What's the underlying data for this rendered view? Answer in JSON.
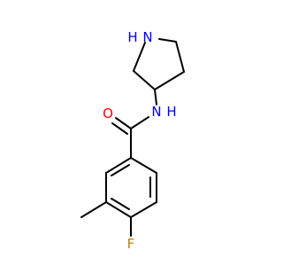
{
  "molecule": {
    "atoms": {
      "ring_nh": {
        "symbol": "N",
        "hydrogen": "H"
      },
      "amide_nh": {
        "symbol": "N",
        "hydrogen": "H"
      },
      "carbonyl_o": {
        "symbol": "O"
      },
      "fluorine": {
        "symbol": "F"
      }
    },
    "colors": {
      "bond": "#000000",
      "nitrogen": "#0000ff",
      "oxygen": "#ff0000",
      "fluorine": "#b8860b"
    }
  }
}
